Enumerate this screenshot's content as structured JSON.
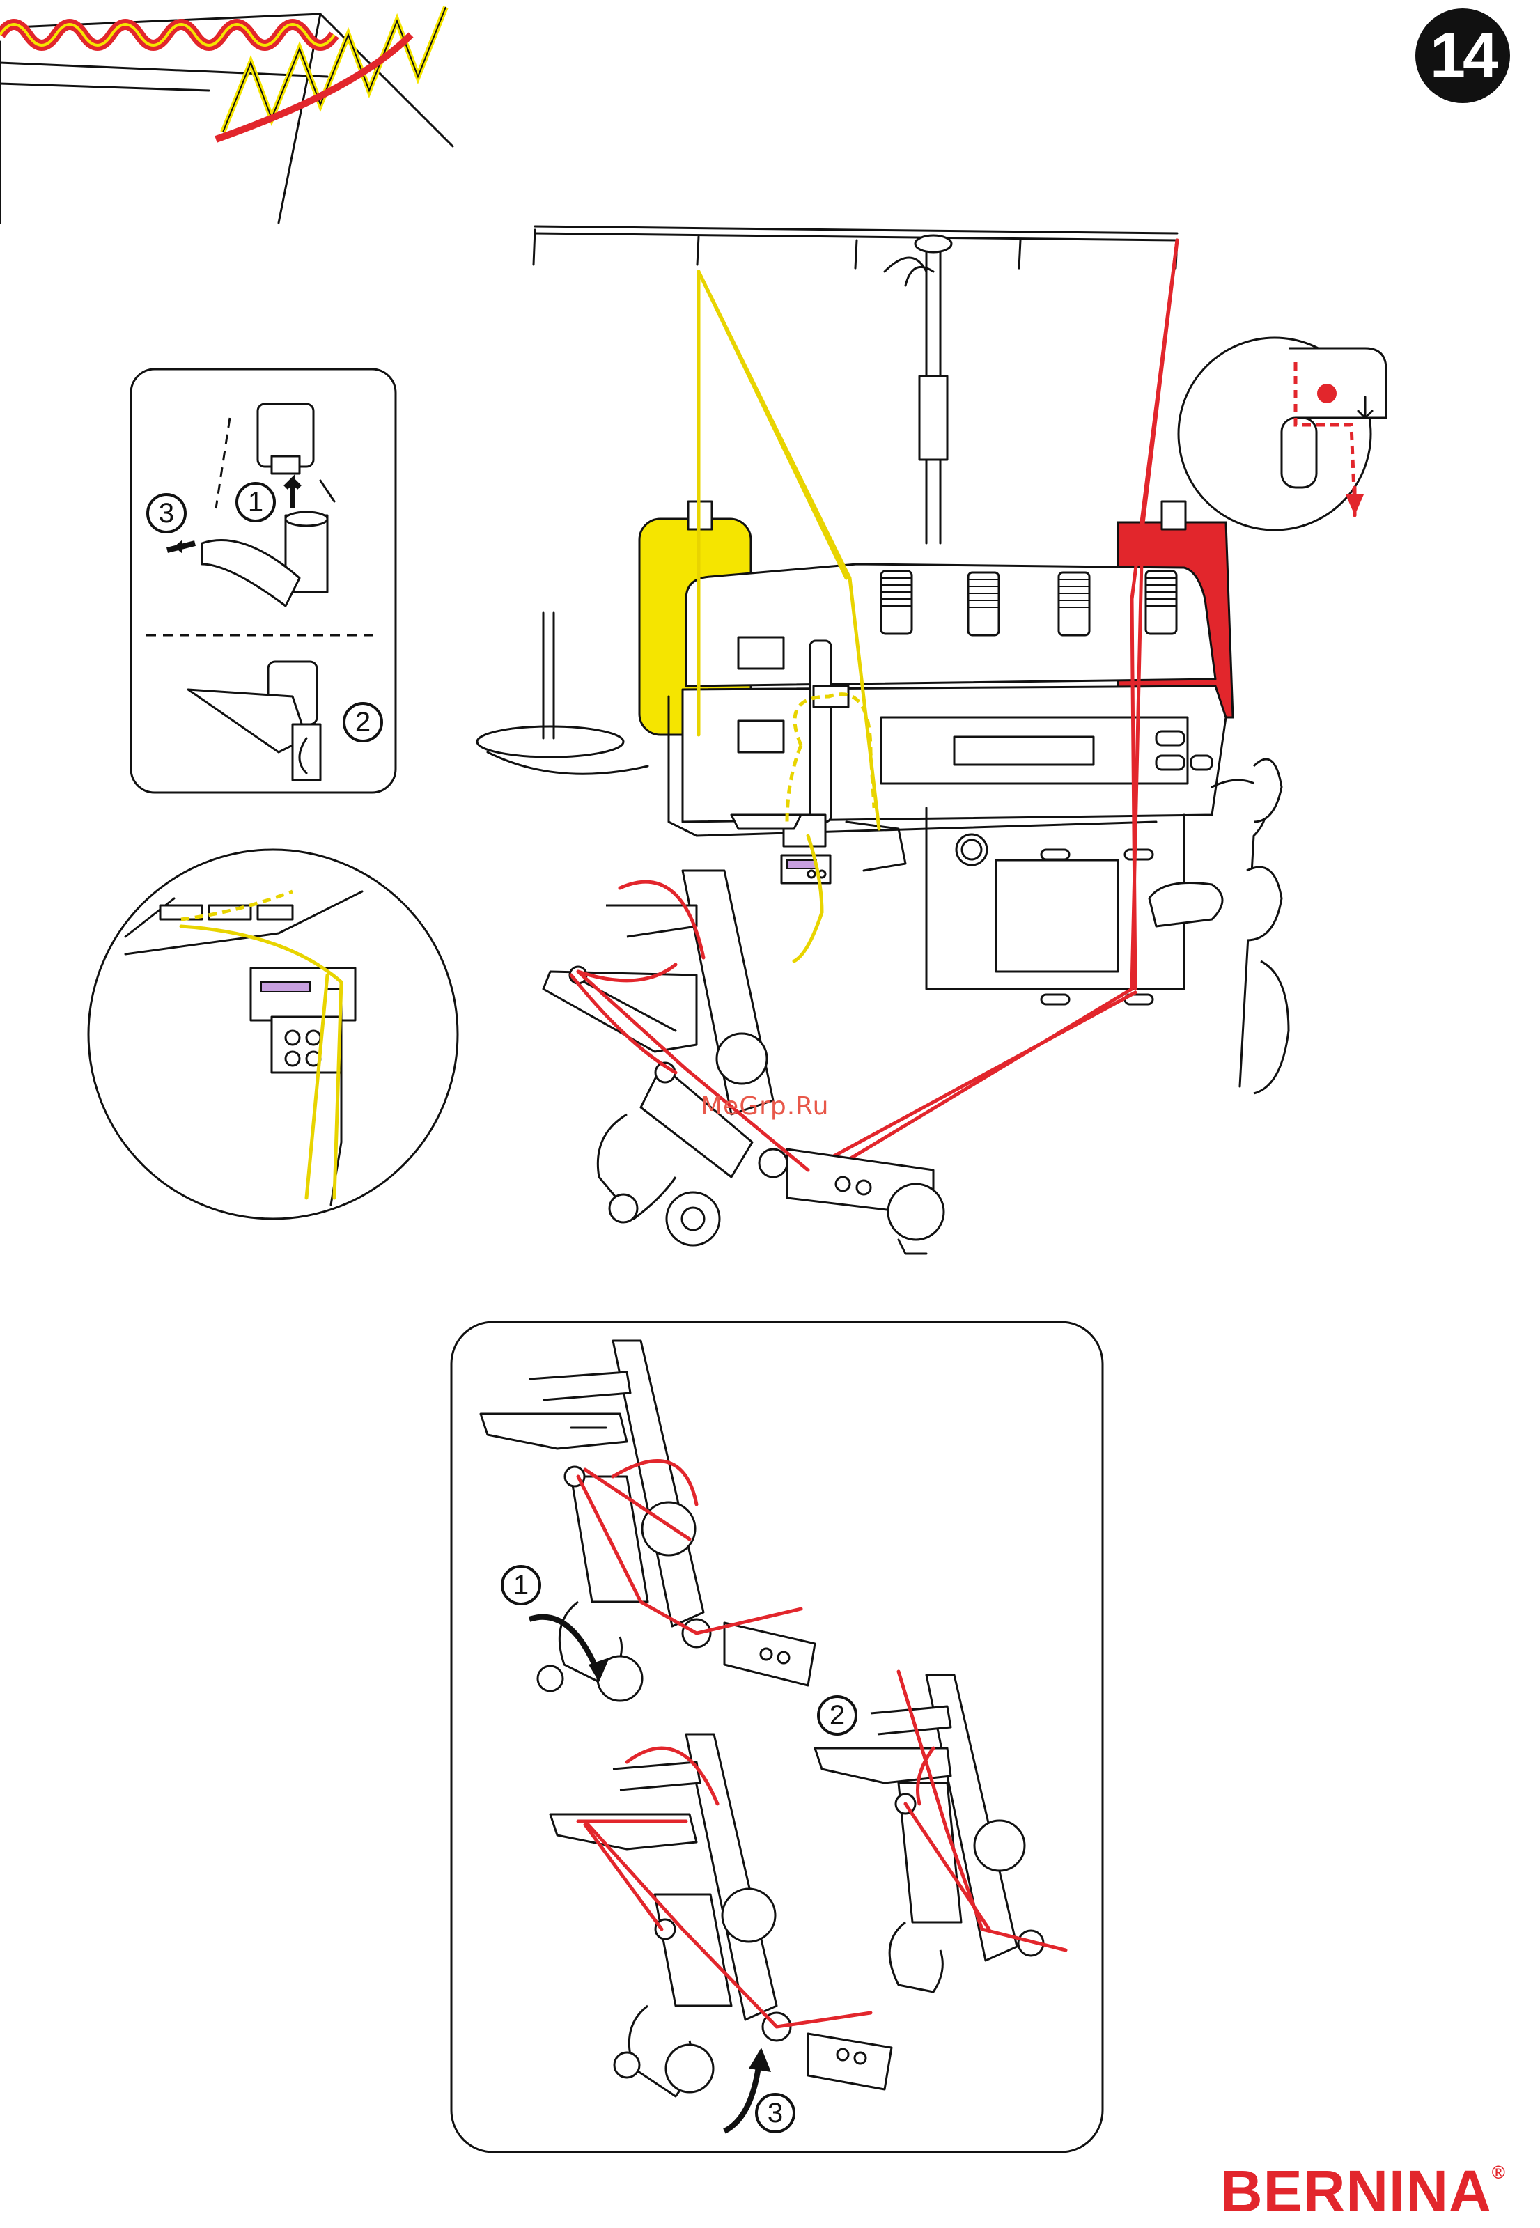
{
  "page": {
    "number": "14",
    "brand": "BERNINA",
    "brand_mark": "®",
    "watermark": "MeGrp.Ru"
  },
  "steps": {
    "inset_top_left": [
      "1",
      "2",
      "3"
    ],
    "bottom_panel": [
      "1",
      "2",
      "3"
    ]
  },
  "colors": {
    "upper_looper_thread": "#f5e500",
    "lower_looper_thread": "#e2262c",
    "outline": "#111111",
    "brand": "#e2262c"
  },
  "icons": [
    "stitch-sample-icon",
    "thread-stand-icon",
    "thread-spool-yellow-icon",
    "thread-spool-red-icon",
    "needle-bar-icon",
    "looper-mechanism-icon",
    "thread-guide-detail-icon",
    "curved-arrow-icon"
  ]
}
